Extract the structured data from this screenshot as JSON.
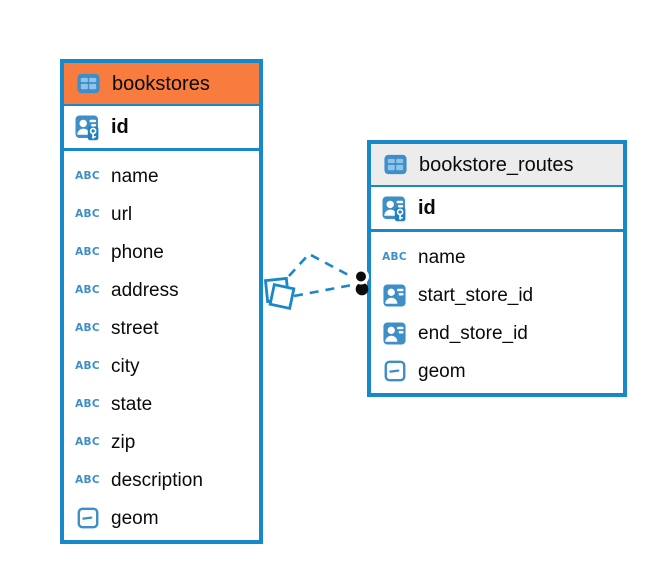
{
  "colors": {
    "accent": "#1789ca",
    "orange_header": "#f87c3e",
    "gray_header": "#ececec",
    "icon_blue": "#3e8ec7",
    "text_color": "#0a0a0a"
  },
  "icons": {
    "text_type_label": "ABC"
  },
  "tables": [
    {
      "title": "bookstores",
      "primary_key": {
        "label": "id",
        "type": "primary-key"
      },
      "fields": [
        {
          "label": "name",
          "type": "text"
        },
        {
          "label": "url",
          "type": "text"
        },
        {
          "label": "phone",
          "type": "text"
        },
        {
          "label": "address",
          "type": "text"
        },
        {
          "label": "street",
          "type": "text"
        },
        {
          "label": "city",
          "type": "text"
        },
        {
          "label": "state",
          "type": "text"
        },
        {
          "label": "zip",
          "type": "text"
        },
        {
          "label": "description",
          "type": "text"
        },
        {
          "label": "geom",
          "type": "geometry"
        }
      ]
    },
    {
      "title": "bookstore_routes",
      "primary_key": {
        "label": "id",
        "type": "primary-key"
      },
      "fields": [
        {
          "label": "name",
          "type": "text"
        },
        {
          "label": "start_store_id",
          "type": "reference"
        },
        {
          "label": "end_store_id",
          "type": "reference"
        },
        {
          "label": "geom",
          "type": "geometry"
        }
      ]
    }
  ],
  "relationships": {
    "count": 2,
    "line_style": "dashed",
    "from_table": "bookstores",
    "to_table": "bookstore_routes"
  }
}
